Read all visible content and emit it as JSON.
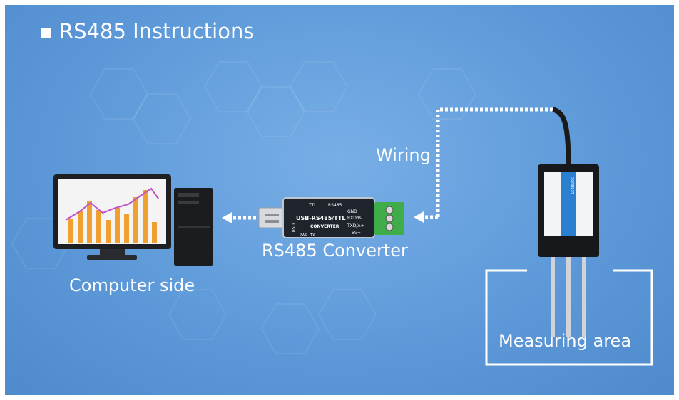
{
  "title": "RS485 Instructions",
  "labels": {
    "wiring": "Wiring",
    "computer_side": "Computer side",
    "converter": "RS485 Converter",
    "measuring_area": "Measuring area"
  },
  "converter_device": {
    "top_left": "TTL",
    "top_right": "RS485",
    "name": "USB-RS485/TTL",
    "sub": "CONVERTER",
    "usb": "USB",
    "pins": [
      "GND",
      "RXD/B-",
      "TXD/A+",
      "5V+"
    ],
    "leds": [
      "PWR",
      "TX"
    ]
  },
  "sensor_brand": "SONBEST",
  "colors": {
    "background": "#5e9ad9",
    "text": "#ffffff",
    "terminal_green": "#3fae4a",
    "chart_orange": "#f0a030",
    "chart_line": "#c050c8"
  },
  "icons": [
    "computer-monitor-icon",
    "pc-tower-icon",
    "usb-plug-icon",
    "soil-sensor-icon"
  ]
}
